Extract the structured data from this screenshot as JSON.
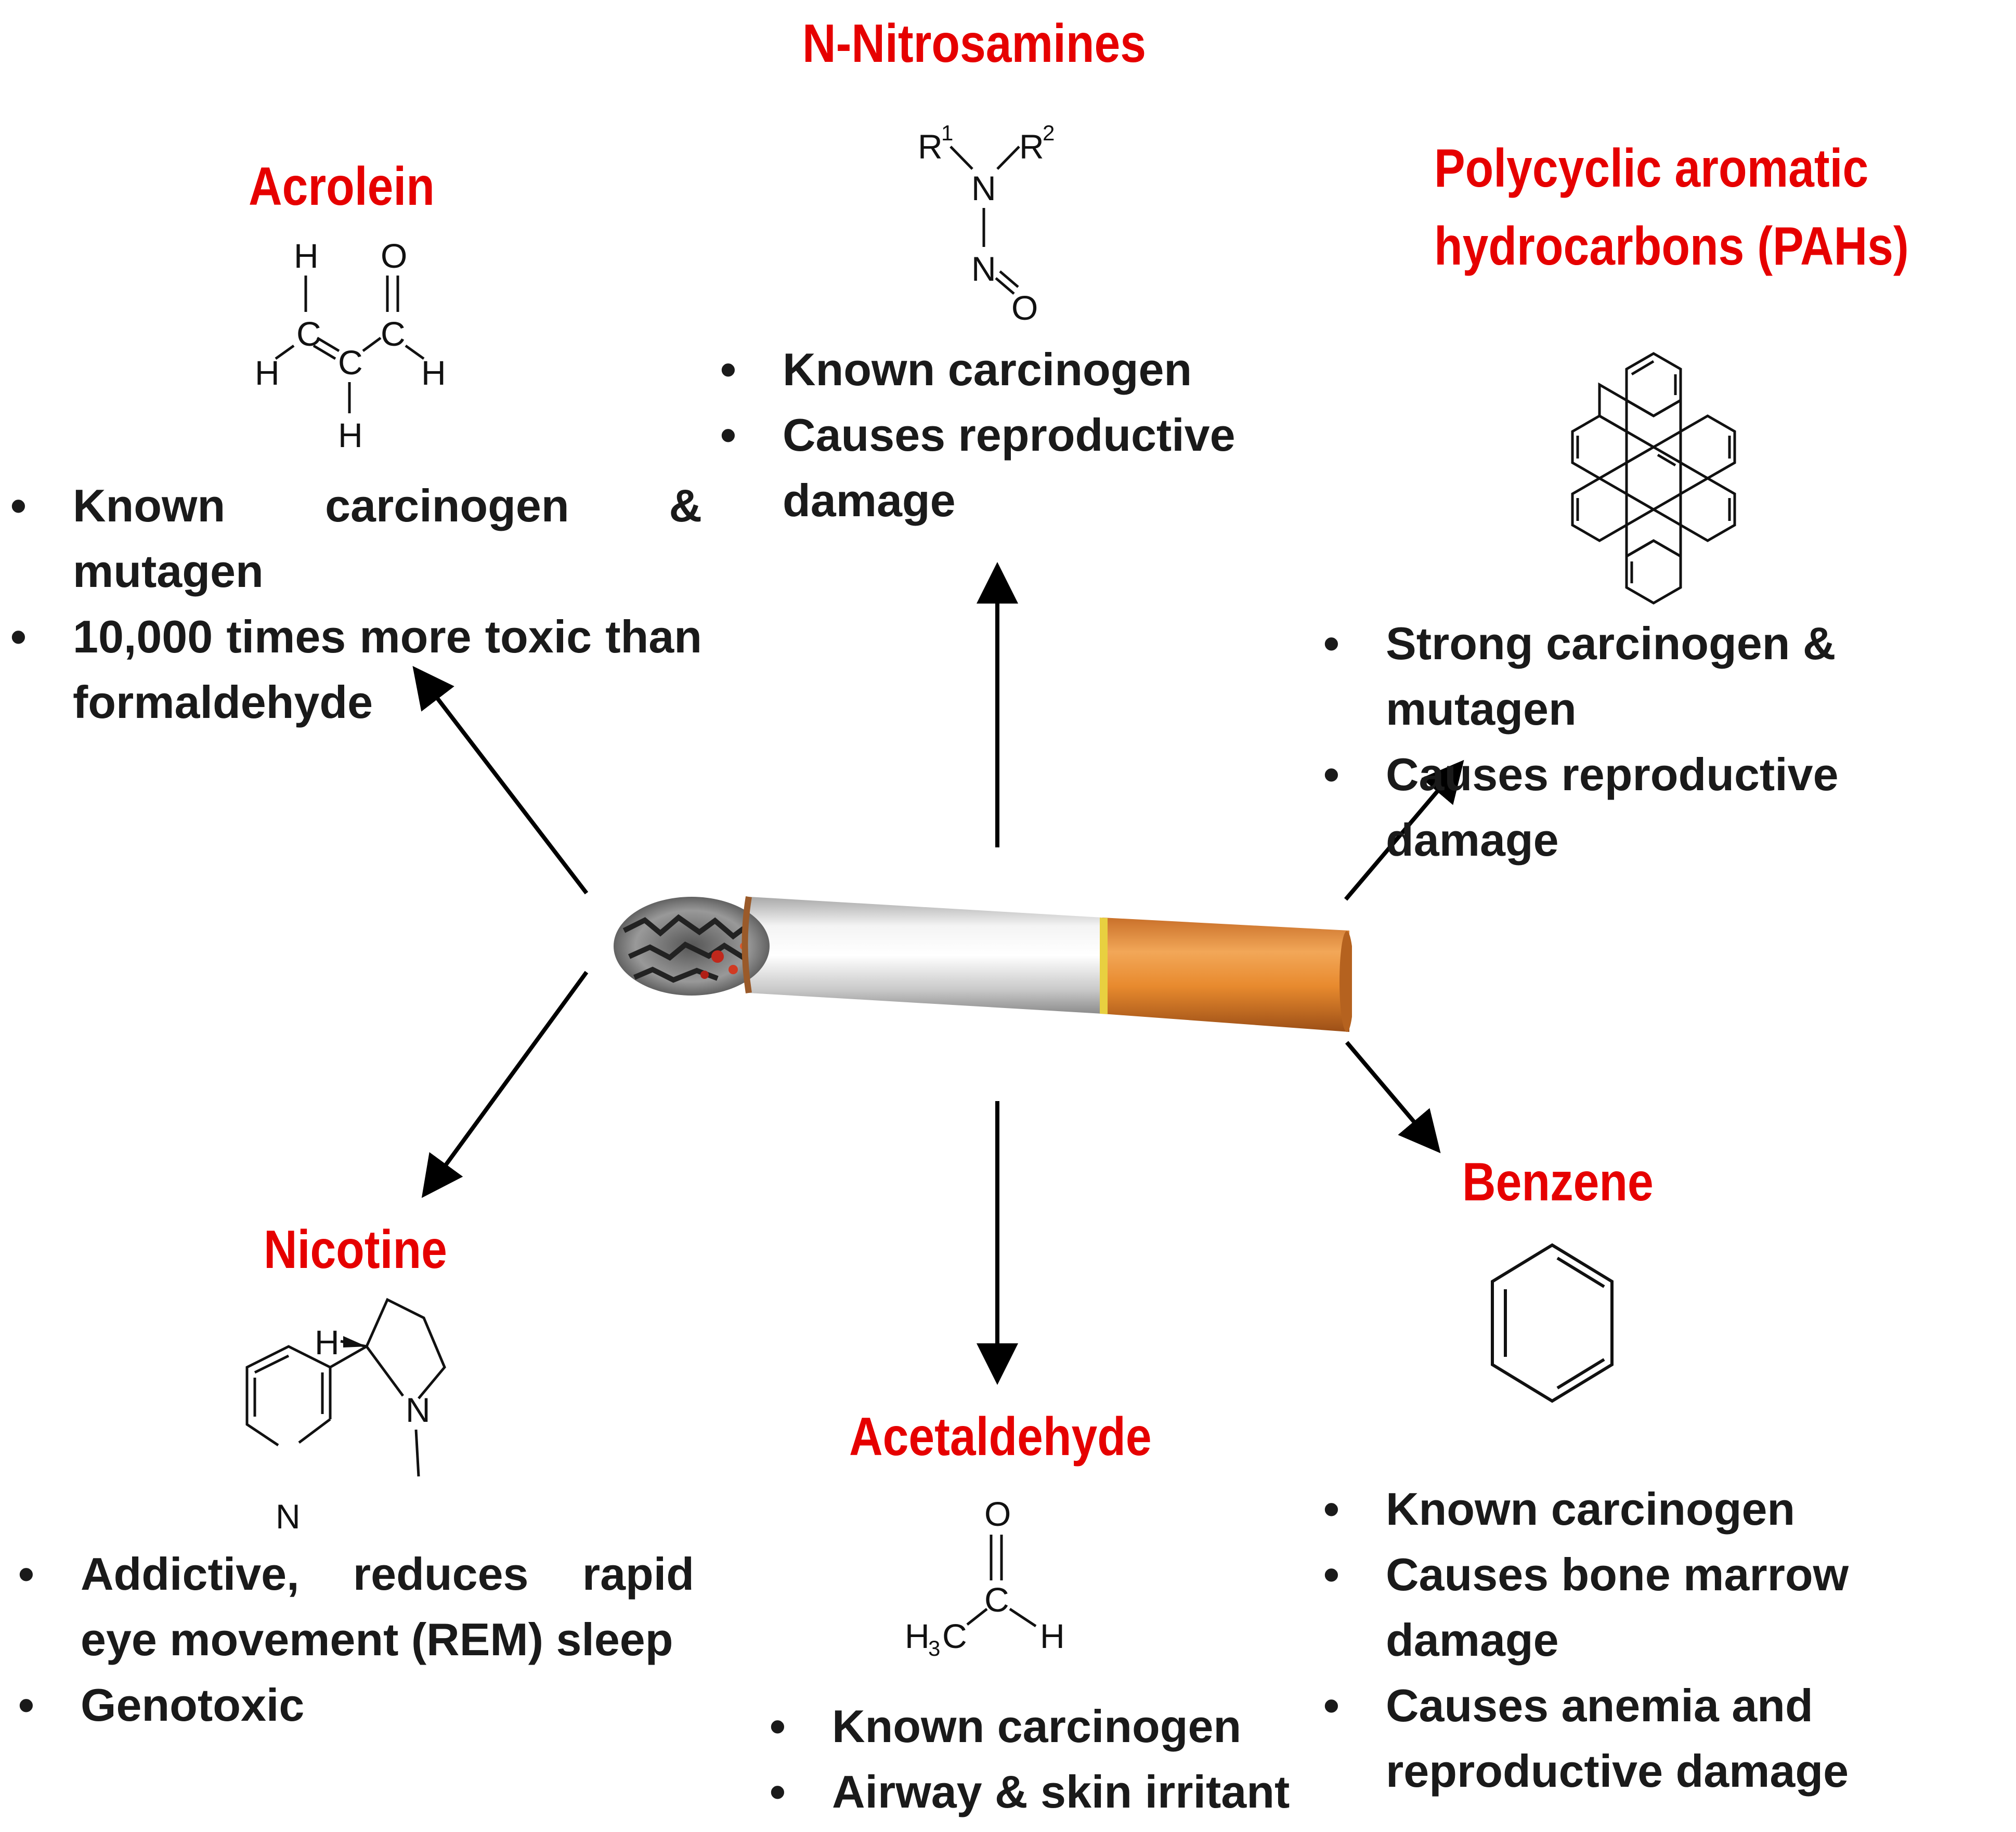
{
  "compounds": {
    "nitrosamines": {
      "name": "N-Nitrosamines",
      "atoms": {
        "n1": "N",
        "n2": "N",
        "o": "O",
        "r1": "R",
        "r1_sup": "1",
        "r2": "R",
        "r2_sup": "2"
      },
      "bullets": [
        "Known carcinogen",
        "Causes reproductive damage"
      ]
    },
    "acrolein": {
      "name": "Acrolein",
      "atoms": {
        "h_top": "H",
        "o": "O",
        "c1": "C",
        "c2": "C",
        "c3": "C",
        "h_left": "H",
        "h_right": "H",
        "h_bottom": "H"
      },
      "bullets": [
        "Known carcinogen & mutagen",
        "10,000 times more toxic than formaldehyde"
      ]
    },
    "pahs": {
      "name_line1": "Polycyclic aromatic",
      "name_line2": "hydrocarbons (PAHs)",
      "bullets": [
        "Strong carcinogen & mutagen",
        "Causes reproductive damage"
      ]
    },
    "nicotine": {
      "name": "Nicotine",
      "atoms": {
        "h": "H",
        "n_ring": "N",
        "n_pyridine": "N"
      },
      "bullets": [
        "Addictive, reduces rapid eye movement (REM) sleep",
        "Genotoxic"
      ]
    },
    "acetaldehyde": {
      "name": "Acetaldehyde",
      "atoms": {
        "o": "O",
        "c": "C",
        "h3c": "H",
        "h3c_sub": "3",
        "h3c_c": "C",
        "h": "H"
      },
      "bullets": [
        "Known carcinogen",
        "Airway & skin irritant"
      ]
    },
    "benzene": {
      "name": "Benzene",
      "bullets": [
        "Known carcinogen",
        "Causes bone marrow damage",
        "Causes anemia and reproductive damage"
      ]
    }
  },
  "colors": {
    "title": "#e60000",
    "text": "#1a1a1a",
    "filter": "#e88a2e",
    "paper": "#dcdcdc"
  }
}
